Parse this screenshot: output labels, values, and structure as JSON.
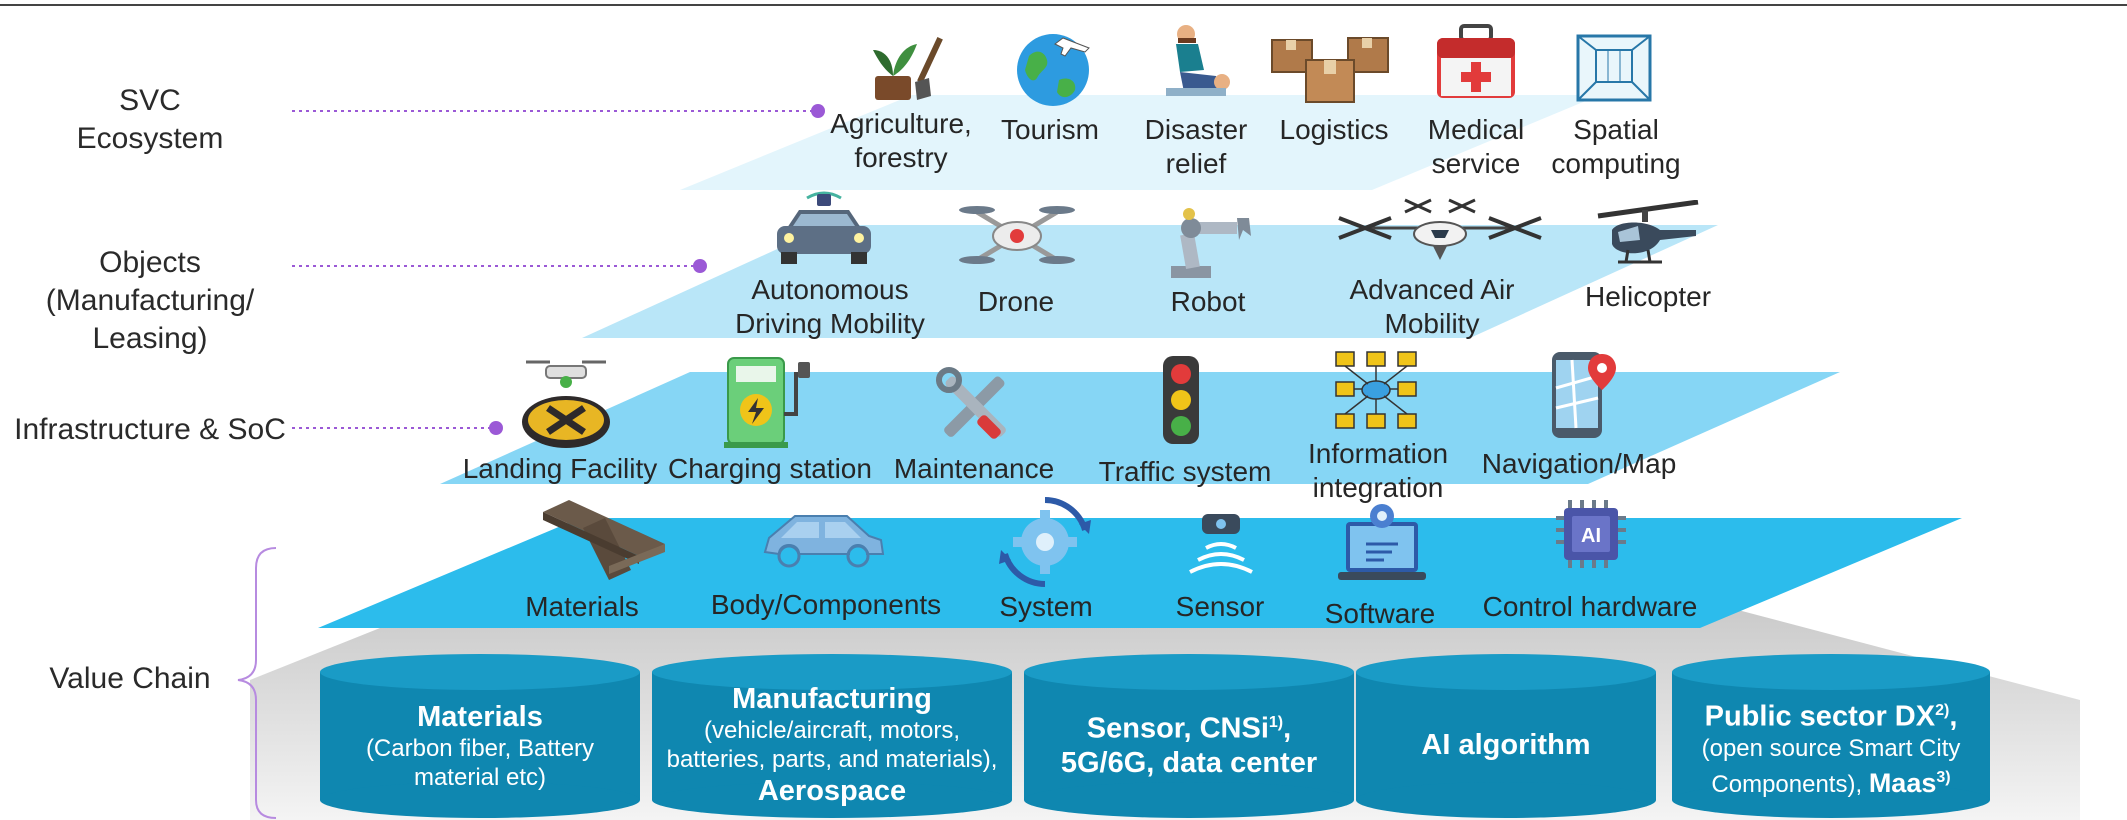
{
  "tiers": {
    "svc": "SVC\nEcosystem",
    "objects": "Objects\n(Manufacturing/\nLeasing)",
    "infra": "Infrastructure & SoC",
    "value_chain": "Value Chain"
  },
  "svc_items": [
    "Agriculture,\nforestry",
    "Tourism",
    "Disaster\nrelief",
    "Logistics",
    "Medical\nservice",
    "Spatial\ncomputing"
  ],
  "object_items": [
    "Autonomous\nDriving Mobility",
    "Drone",
    "Robot",
    "Advanced Air\nMobility",
    "Helicopter"
  ],
  "infra_items": [
    "Landing Facility",
    "Charging station",
    "Maintenance",
    "Traffic system",
    "Information\nintegration",
    "Navigation/Map"
  ],
  "value_items": [
    "Materials",
    "Body/Components",
    "System",
    "Sensor",
    "Software",
    "Control hardware"
  ],
  "cylinders": [
    {
      "title": "Materials",
      "sub": "(Carbon fiber, Battery\nmaterial etc)"
    },
    {
      "title": "Manufacturing",
      "sub": "(vehicle/aircraft, motors,\nbatteries, parts, and materials),",
      "extra": "Aerospace"
    },
    {
      "title": "Sensor, CNSi",
      "sup": "1)",
      "line2": "5G/6G, data center"
    },
    {
      "title": "AI algorithm"
    },
    {
      "title": "Public sector DX",
      "sup": "2)",
      "tail": ",",
      "sub": "(open source Smart City\nComponents),",
      "extra": "Maas",
      "extra_sup": "3)"
    }
  ],
  "colors": {
    "layer1": "#e3f5fc",
    "layer2": "#b9e6f8",
    "layer3": "#86d6f5",
    "layer4": "#2cbcec",
    "cylinder": "#0f87b0",
    "cylinder_top": "#1a9bc6",
    "connector": "#9b59d6"
  }
}
